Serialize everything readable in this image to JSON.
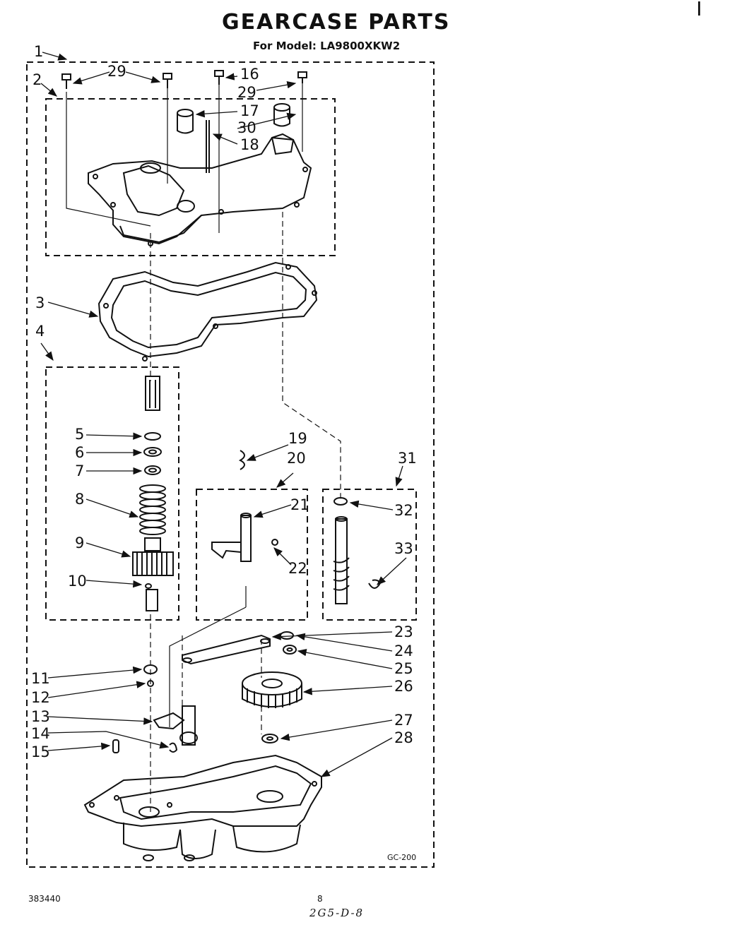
{
  "title": "GEARCASE PARTS",
  "model": "For Model: LA9800XKW2",
  "diagram_code": "GC-200",
  "footer": {
    "doc_number": "383440",
    "page_number": "8",
    "handwritten_note": "2G5-D-8"
  },
  "callouts": {
    "c1": "1",
    "c2": "2",
    "c3": "3",
    "c4": "4",
    "c5": "5",
    "c6": "6",
    "c7": "7",
    "c8": "8",
    "c9": "9",
    "c10": "10",
    "c11": "11",
    "c12": "12",
    "c13": "13",
    "c14": "14",
    "c15": "15",
    "c16": "16",
    "c17": "17",
    "c18": "18",
    "c19": "19",
    "c20": "20",
    "c21": "21",
    "c22": "22",
    "c23": "23",
    "c24": "24",
    "c25": "25",
    "c26": "26",
    "c27": "27",
    "c28": "28",
    "c29a": "29",
    "c29b": "29",
    "c30": "30",
    "c31": "31",
    "c32": "32",
    "c33": "33"
  }
}
